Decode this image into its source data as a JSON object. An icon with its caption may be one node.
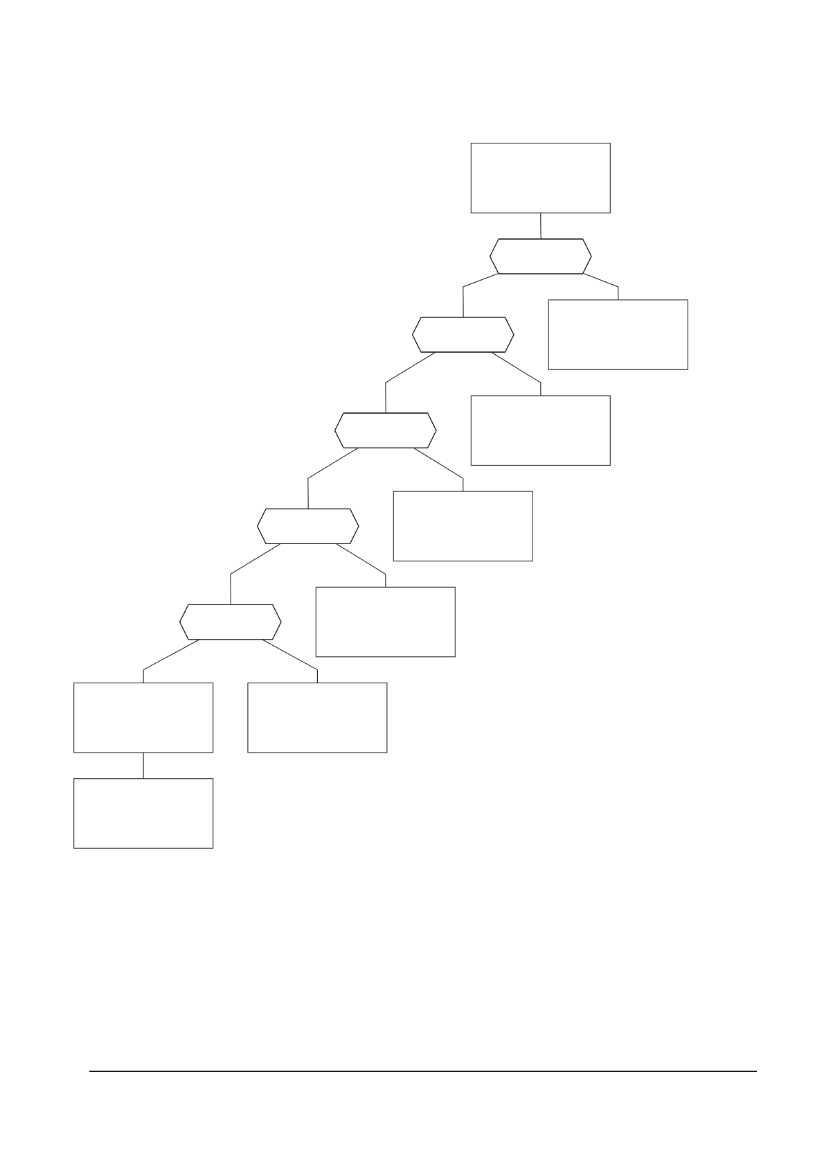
{
  "diagram": {
    "nodes": [
      {
        "text": [],
        "shape": "box"
      },
      {
        "text": [],
        "shape": "hexagon"
      },
      {
        "text": [],
        "shape": "box"
      },
      {
        "text": [],
        "shape": "hexagon"
      },
      {
        "text": [],
        "shape": "box"
      },
      {
        "text": [],
        "shape": "hexagon"
      },
      {
        "text": [],
        "shape": "box"
      },
      {
        "text": [],
        "shape": "hexagon"
      },
      {
        "text": [],
        "shape": "box"
      },
      {
        "text": [],
        "shape": "hexagon"
      },
      {
        "text": [],
        "shape": "box"
      },
      {
        "text": [],
        "shape": "box"
      },
      {
        "text": [],
        "shape": "box"
      }
    ],
    "edges": [
      {
        "from": 0,
        "to": 1,
        "arrow": "none"
      },
      {
        "from": 1,
        "to": 2,
        "arrow": "none"
      },
      {
        "from": 1,
        "to": 3,
        "arrow": "none"
      },
      {
        "from": 3,
        "to": 4,
        "arrow": "none"
      },
      {
        "from": 3,
        "to": 5,
        "arrow": "none"
      },
      {
        "from": 5,
        "to": 6,
        "arrow": "none"
      },
      {
        "from": 5,
        "to": 7,
        "arrow": "none"
      },
      {
        "from": 7,
        "to": 8,
        "arrow": "none"
      },
      {
        "from": 7,
        "to": 9,
        "arrow": "none"
      },
      {
        "from": 9,
        "to": 10,
        "arrow": "none"
      },
      {
        "from": 9,
        "to": 11,
        "arrow": "none"
      },
      {
        "from": 11,
        "to": 12,
        "arrow": "none"
      }
    ]
  }
}
